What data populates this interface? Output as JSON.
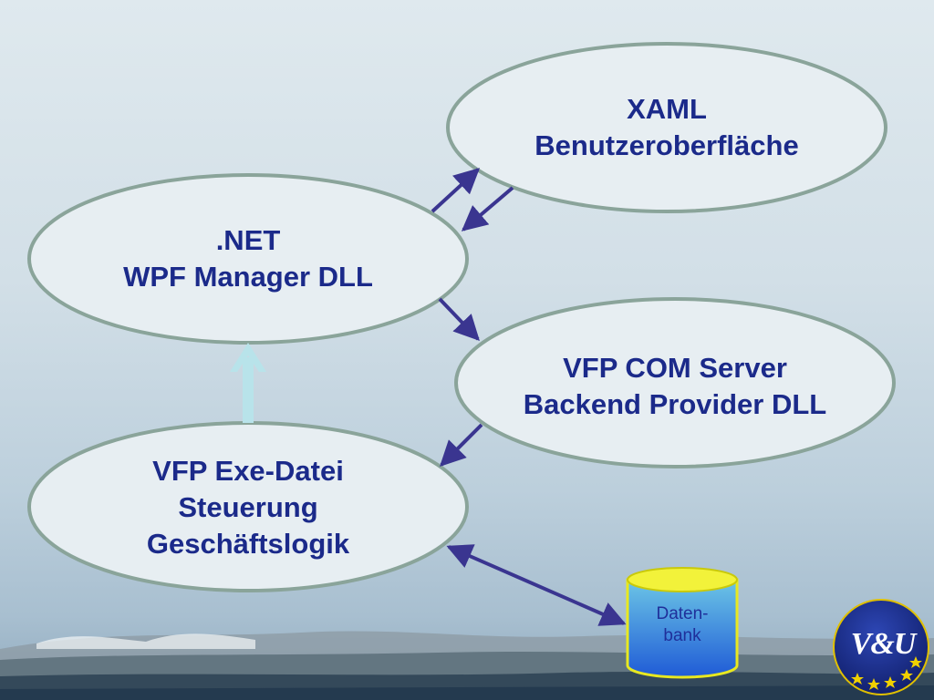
{
  "nodes": {
    "xaml": {
      "lines": [
        "XAML",
        "Benutzeroberfläche"
      ]
    },
    "net": {
      "lines": [
        ".NET",
        "WPF Manager DLL"
      ]
    },
    "com": {
      "lines": [
        "VFP COM Server",
        "Backend Provider DLL"
      ]
    },
    "exe": {
      "lines": [
        "VFP Exe-Datei",
        "Steuerung",
        "Geschäftslogik"
      ]
    }
  },
  "database": {
    "lines": [
      "Daten-",
      "bank"
    ]
  },
  "logo": {
    "text": "V&U",
    "icon": "stars-logo"
  },
  "colors": {
    "ellipse_fill": "#e7eef2",
    "ellipse_stroke": "#8aa49a",
    "text": "#1b2a8a",
    "arrow": "#3a3590",
    "up_arrow": "#b8e3ea",
    "db_top": "#f2f23a",
    "db_body_top": "#6cc6e6",
    "db_body_bottom": "#1f5bd6",
    "logo_bg": "#1c2f8e",
    "logo_star": "#f0d000"
  }
}
